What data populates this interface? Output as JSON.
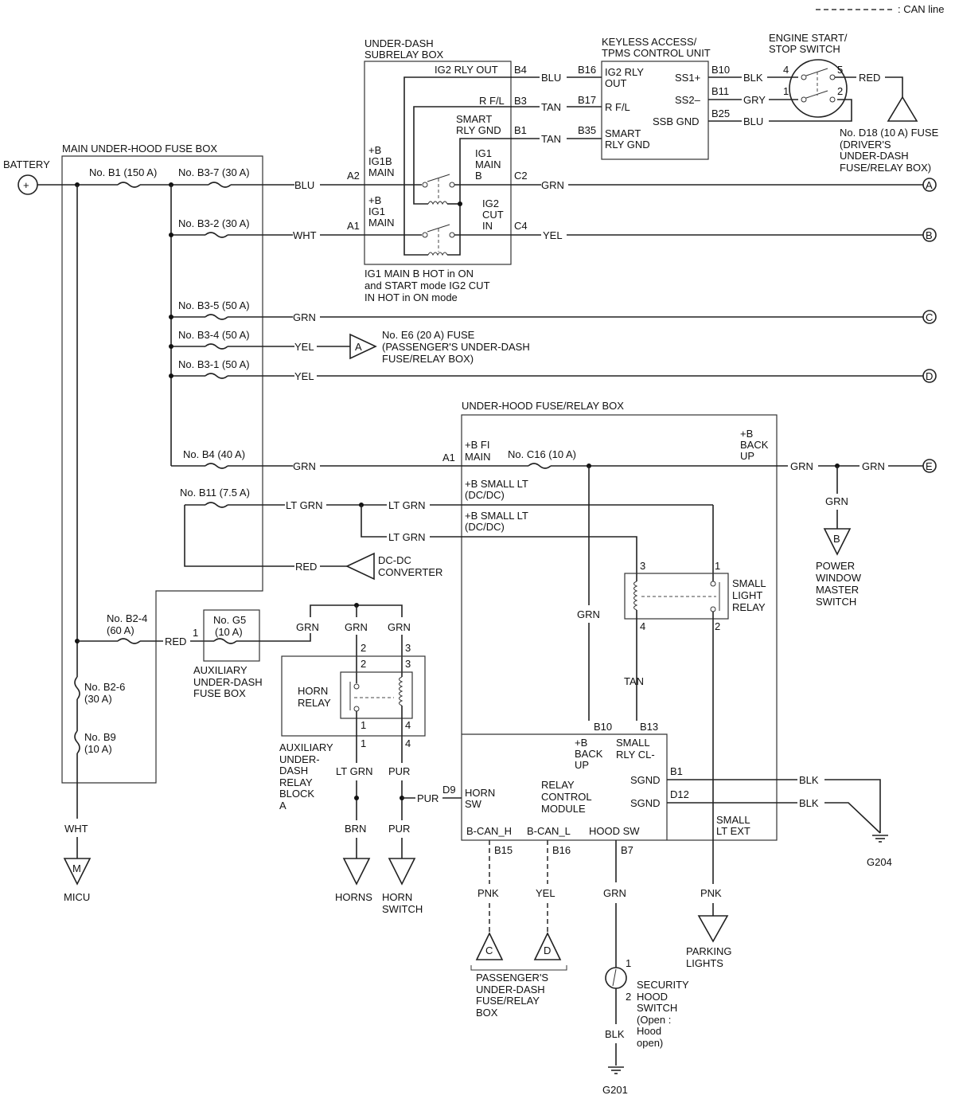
{
  "legend": {
    "can_line": ": CAN line"
  },
  "battery": "BATTERY",
  "boxes": {
    "main_fuse": "MAIN UNDER-HOOD FUSE BOX",
    "subrelay_1": "UNDER-DASH",
    "subrelay_2": "SUBRELAY BOX",
    "keyless_1": "KEYLESS ACCESS/",
    "keyless_2": "TPMS CONTROL UNIT",
    "engine_1": "ENGINE START/",
    "engine_2": "STOP SWITCH",
    "uh_relay": "UNDER-HOOD FUSE/RELAY BOX"
  },
  "fuses": {
    "b1": "No. B1 (150 A)",
    "b3_7": "No. B3-7 (30 A)",
    "b3_2": "No. B3-2 (30 A)",
    "b3_5": "No. B3-5 (50 A)",
    "b3_4": "No. B3-4 (50 A)",
    "b3_1": "No. B3-1 (50 A)",
    "b4": "No. B4 (40 A)",
    "b11": "No. B11 (7.5 A)",
    "b2_4a": "No. B2-4",
    "b2_4b": "(60 A)",
    "b2_6a": "No. B2-6",
    "b2_6b": "(30 A)",
    "b9a": "No. B9",
    "b9b": "(10 A)",
    "g5a": "No. G5",
    "g5b": "(10 A)",
    "c16": "No. C16 (10 A)"
  },
  "colors": {
    "blu": "BLU",
    "wht": "WHT",
    "grn": "GRN",
    "yel": "YEL",
    "ltgrn": "LT GRN",
    "red": "RED",
    "tan": "TAN",
    "blk": "BLK",
    "gry": "GRY",
    "pur": "PUR",
    "brn": "BRN",
    "pnk": "PNK"
  },
  "sub": {
    "ig2_rly_out": "IG2 RLY OUT",
    "rfl": "R F/L",
    "smart_1": "SMART",
    "smart_2": "RLY GND",
    "b4": "B4",
    "b3": "B3",
    "b1": "B1",
    "a2": "A2",
    "a1": "A1",
    "c2": "C2",
    "c4": "C4",
    "ig1b_1": "+B",
    "ig1b_2": "IG1B",
    "ig1b_3": "MAIN",
    "ig1_1": "+B",
    "ig1_2": "IG1",
    "ig1_3": "MAIN",
    "ig1mb_1": "IG1",
    "ig1mb_2": "MAIN",
    "ig1mb_3": "B",
    "ig2c_1": "IG2",
    "ig2c_2": "CUT",
    "ig2c_3": "IN",
    "note_1": "IG1 MAIN B HOT in ON",
    "note_2": "and START mode IG2 CUT",
    "note_3": "IN HOT in ON mode"
  },
  "kl": {
    "b16": "B16",
    "b17": "B17",
    "b35": "B35",
    "b10": "B10",
    "b11": "B11",
    "b25": "B25",
    "ig2_1": "IG2 RLY",
    "ig2_2": "OUT",
    "rfl": "R F/L",
    "smart_1": "SMART",
    "smart_2": "RLY GND",
    "ss1": "SS1+",
    "ss2": "SS2–",
    "ssb": "SSB GND"
  },
  "es": {
    "p4": "4",
    "p5": "5",
    "p1": "1",
    "p2": "2"
  },
  "d18": {
    "l1": "No. D18 (10 A) FUSE",
    "l2": "(DRIVER'S",
    "l3": "UNDER-DASH",
    "l4": "FUSE/RELAY BOX)"
  },
  "conn": {
    "a": "A",
    "b": "B",
    "c": "C",
    "d": "D",
    "e": "E",
    "m": "M"
  },
  "e6": {
    "l1": "No. E6 (20 A) FUSE",
    "l2": "(PASSENGER'S UNDER-DASH",
    "l3": "FUSE/RELAY BOX)"
  },
  "uh": {
    "bfi_1": "+B FI",
    "bfi_2": "MAIN",
    "a1": "A1",
    "bbu_1": "+B",
    "bbu_2": "BACK",
    "bbu_3": "UP",
    "sl1_1": "+B SMALL LT",
    "sl1_2": "(DC/DC)",
    "sl2_1": "+B SMALL LT",
    "sl2_2": "(DC/DC)",
    "p3": "3",
    "p1": "1",
    "p4": "4",
    "p2": "2",
    "slr_1": "SMALL",
    "slr_2": "LIGHT",
    "slr_3": "RELAY"
  },
  "pwr": {
    "l1": "POWER",
    "l2": "WINDOW",
    "l3": "MASTER",
    "l4": "SWITCH"
  },
  "dcdc": {
    "l1": "DC-DC",
    "l2": "CONVERTER"
  },
  "aux_fuse": {
    "l1": "AUXILIARY",
    "l2": "UNDER-DASH",
    "l3": "FUSE BOX",
    "p1": "1"
  },
  "horn": {
    "r1": "HORN",
    "r2": "RELAY",
    "p2a": "2",
    "p3a": "3",
    "p2b": "2",
    "p3b": "3",
    "p1a": "1",
    "p4a": "4",
    "p1b": "1",
    "p4b": "4",
    "blk1": "AUXILIARY",
    "blk2": "UNDER-",
    "blk3": "DASH",
    "blk4": "RELAY",
    "blk5": "BLOCK",
    "blk6": "A",
    "horns": "HORNS",
    "sw1": "HORN",
    "sw2": "SWITCH"
  },
  "rcm": {
    "b10": "B10",
    "b13": "B13",
    "bbu_1": "+B",
    "bbu_2": "BACK",
    "bbu_3": "UP",
    "scl_1": "SMALL",
    "scl_2": "RLY CL-",
    "sgnd": "SGND",
    "sgnd2": "SGND",
    "pb1": "B1",
    "pd12": "D12",
    "d9": "D9",
    "hsw_1": "HORN",
    "hsw_2": "SW",
    "rcm_1": "RELAY",
    "rcm_2": "CONTROL",
    "rcm_3": "MODULE",
    "canh": "B-CAN_H",
    "canl": "B-CAN_L",
    "hood": "HOOD SW",
    "ext_1": "SMALL",
    "ext_2": "LT EXT",
    "b15": "B15",
    "b16": "B16",
    "b7": "B7"
  },
  "bottom": {
    "micu": "MICU",
    "g204": "G204",
    "g201": "G201",
    "pass_1": "PASSENGER'S",
    "pass_2": "UNDER-DASH",
    "pass_3": "FUSE/RELAY",
    "pass_4": "BOX",
    "park_1": "PARKING",
    "park_2": "LIGHTS",
    "sec_1": "SECURITY",
    "sec_2": "HOOD",
    "sec_3": "SWITCH",
    "sec_4": "(Open :",
    "sec_5": "Hood",
    "sec_6": "open)",
    "p1": "1",
    "p2": "2"
  }
}
